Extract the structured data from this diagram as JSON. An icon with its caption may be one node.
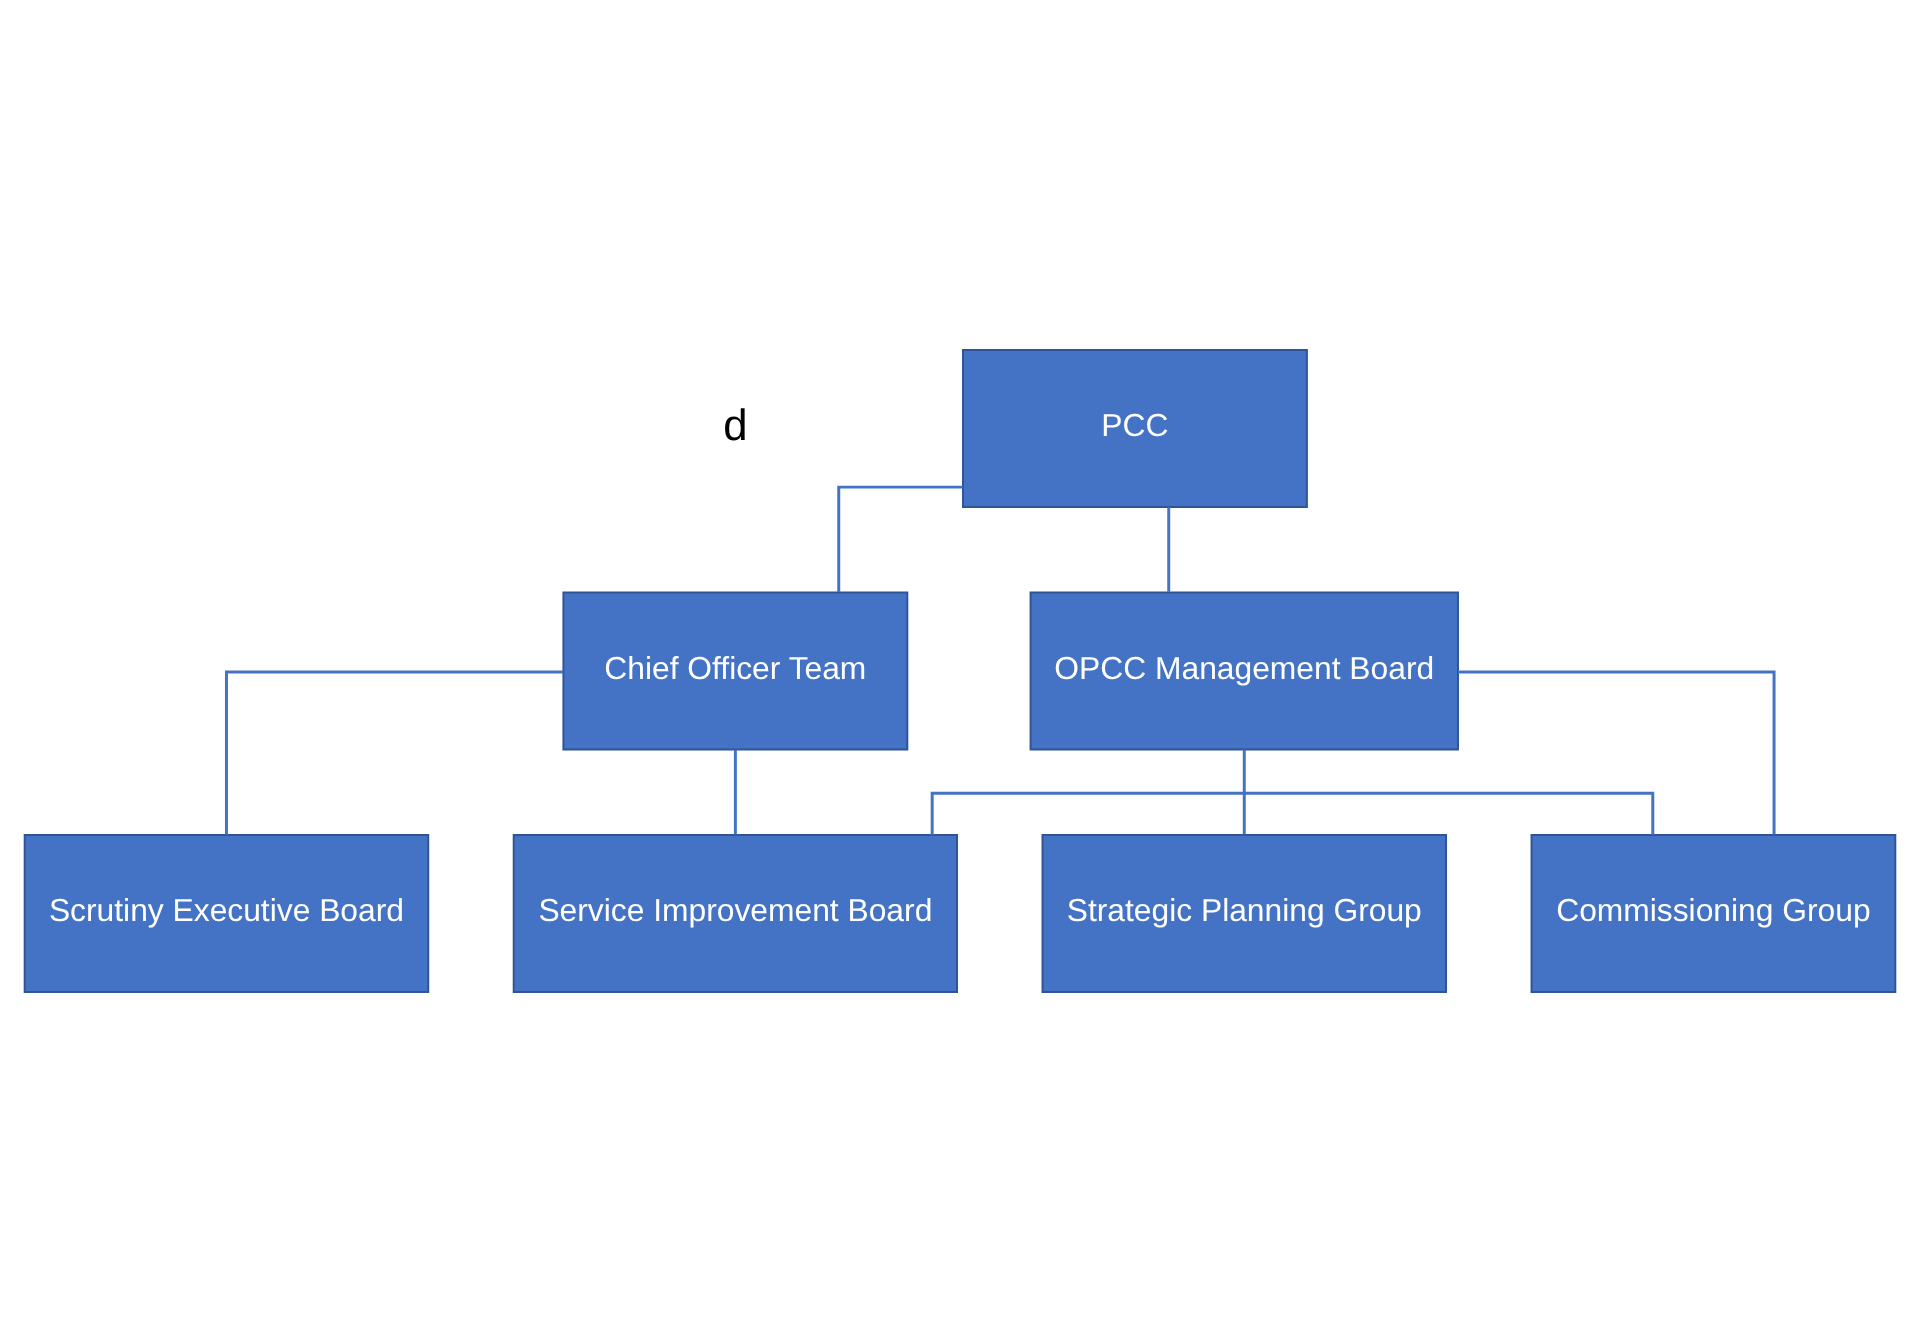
{
  "diagram": {
    "nodes": [
      {
        "text": [
          "PCC"
        ]
      },
      {
        "text": [
          "Chief Officer Team"
        ]
      },
      {
        "text": [
          "OPCC Management Board"
        ]
      },
      {
        "text": [
          "Scrutiny Executive Board"
        ]
      },
      {
        "text": [
          "Strategic Planning Group"
        ]
      },
      {
        "text": [
          "Service Improvement Board"
        ]
      },
      {
        "text": [
          "Commissioning Group"
        ]
      }
    ],
    "edges": [
      {
        "from": 0,
        "to": 1,
        "arrow": "none"
      },
      {
        "from": 0,
        "to": 2,
        "arrow": "none"
      },
      {
        "from": 1,
        "to": 3,
        "arrow": "none"
      },
      {
        "from": 1,
        "to": 5,
        "arrow": "none"
      },
      {
        "from": 2,
        "to": 4,
        "arrow": "none"
      },
      {
        "from": 2,
        "to": 6,
        "arrow": "none"
      },
      {
        "from": 5,
        "to": 6,
        "arrow": "none"
      }
    ],
    "labels": [
      "d"
    ]
  }
}
